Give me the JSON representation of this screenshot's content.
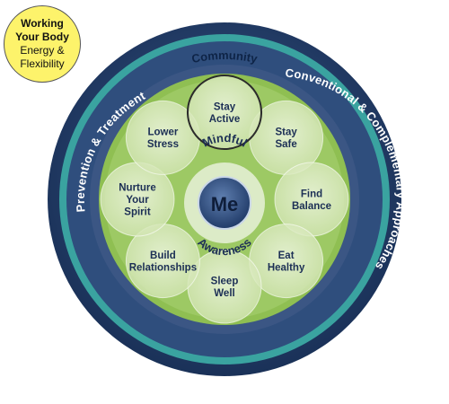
{
  "callout": {
    "title_lines": [
      "Working",
      "Your Body"
    ],
    "subtitle_lines": [
      "Energy &",
      "Flexibility"
    ]
  },
  "rings": {
    "outer_top": "Community",
    "left": "Prevention & Treatment",
    "right": "Conventional & Complementary Approaches"
  },
  "center": {
    "label": "Me",
    "arc_top": "Mindful",
    "arc_bottom": "Awareness"
  },
  "petals": [
    {
      "lines": [
        "Stay",
        "Active"
      ],
      "highlighted": true
    },
    {
      "lines": [
        "Stay",
        "Safe"
      ],
      "highlighted": false
    },
    {
      "lines": [
        "Find",
        "Balance"
      ],
      "highlighted": false
    },
    {
      "lines": [
        "Eat",
        "Healthy"
      ],
      "highlighted": false
    },
    {
      "lines": [
        "Sleep",
        "Well"
      ],
      "highlighted": false
    },
    {
      "lines": [
        "Build",
        "Relationships"
      ],
      "highlighted": false
    },
    {
      "lines": [
        "Nurture",
        "Your",
        "Spirit"
      ],
      "highlighted": false
    },
    {
      "lines": [
        "Lower",
        "Stress"
      ],
      "highlighted": false
    }
  ],
  "colors": {
    "outer_ring": "#1f3a63",
    "teal_band": "#3aa3a0",
    "mid_ring": "#3b5684",
    "green_ring": "#86b84a",
    "petal_fill": "#e3efcd",
    "center_fill": "#2d4a78",
    "callout_fill": "#fdf36b"
  }
}
